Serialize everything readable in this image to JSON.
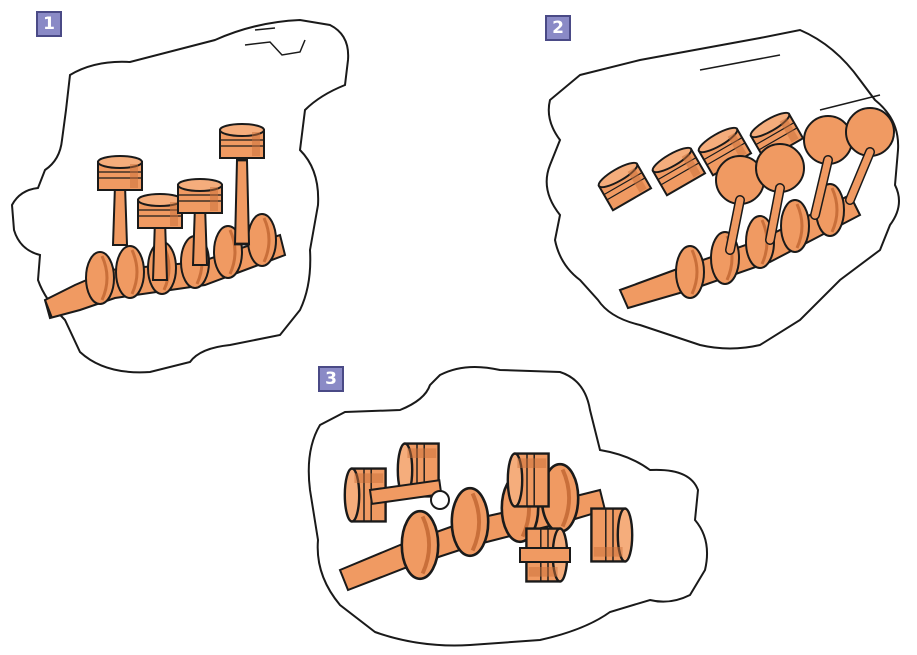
{
  "figure": {
    "colors": {
      "part_fill": "#f09a62",
      "part_shadow": "#c96f3a",
      "outline": "#1a1a1a",
      "badge_fill": "#8a8ac6",
      "badge_border": "#4a4a86",
      "background": "#ffffff"
    },
    "panels": [
      {
        "label": "1",
        "description_icon": "inline-4-cylinder-crankshaft-illustration"
      },
      {
        "label": "2",
        "description_icon": "v-engine-crankshaft-illustration"
      },
      {
        "label": "3",
        "description_icon": "boxer-engine-crankshaft-illustration"
      }
    ]
  }
}
